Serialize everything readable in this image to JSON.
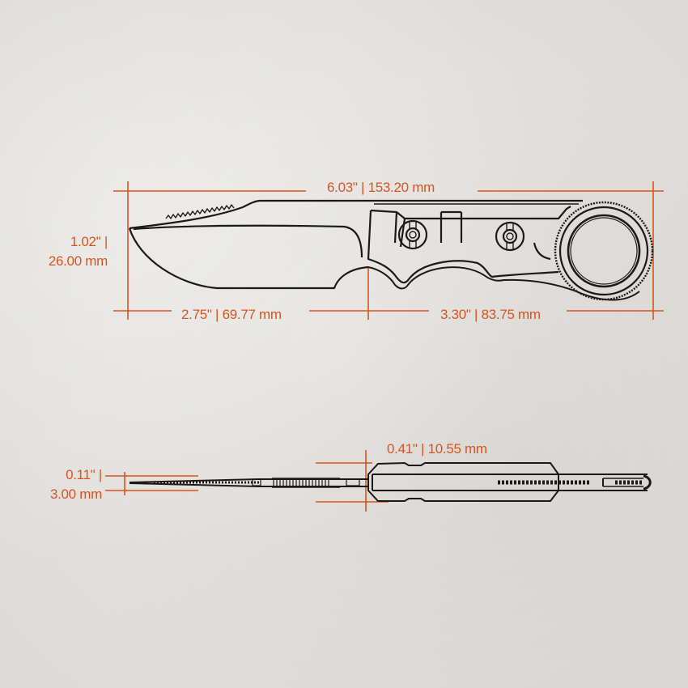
{
  "colors": {
    "background": "#e6e4e1",
    "dimension": "#d9531e",
    "line_art": "#1c1a18"
  },
  "top_view": {
    "overall_length": "6.03\" | 153.20 mm",
    "blade_height_line1": "1.02\" |",
    "blade_height_line2": "26.00 mm",
    "blade_length": "2.75\" | 69.77 mm",
    "handle_length": "3.30\" | 83.75 mm"
  },
  "side_view": {
    "handle_thickness": "0.41\" | 10.55 mm",
    "blade_thickness_line1": "0.11\" |",
    "blade_thickness_line2": "3.00 mm"
  }
}
